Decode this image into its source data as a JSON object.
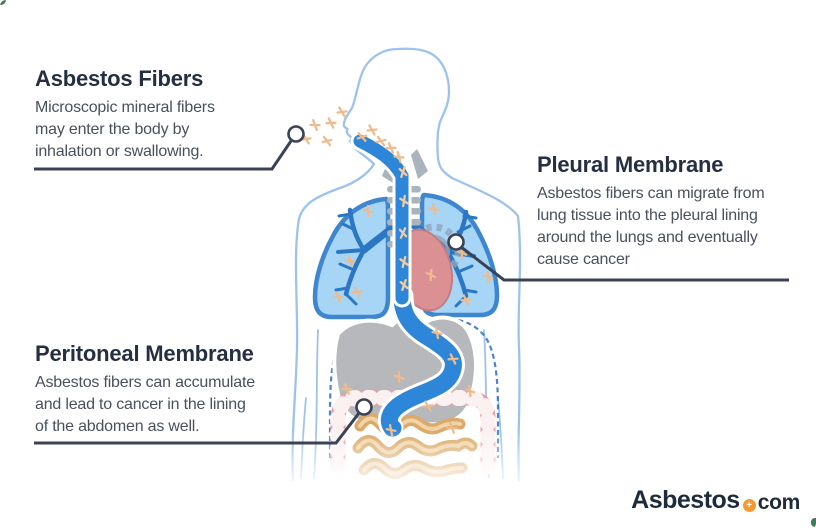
{
  "callouts": {
    "fibers": {
      "title": "Asbestos Fibers",
      "body": [
        "Microscopic mineral fibers",
        "may enter the body by",
        "inhalation or swallowing."
      ]
    },
    "pleural": {
      "title": "Pleural Membrane",
      "body": [
        "Asbestos fibers can migrate from",
        "lung tissue into the pleural lining",
        "around the lungs and eventually",
        "cause cancer"
      ]
    },
    "peritoneal": {
      "title": "Peritoneal Membrane",
      "body": [
        "Asbestos fibers can accumulate",
        "and lead to cancer in the lining",
        "of the abdomen as well."
      ]
    }
  },
  "logo": {
    "brand": "Asbestos",
    "dot_symbol": "+",
    "tld": "com"
  },
  "palette": {
    "heading_text": "#262f41",
    "body_text": "#49505e",
    "leader_line": "#3a4355",
    "figure_outline_blue": "#9dc3ed",
    "lung_fill": "#a7d5f5",
    "lung_stroke": "#3e86cf",
    "airway_blue": "#2e86d8",
    "cartilage_gray": "#aab4bd",
    "heart_red": "#db9094",
    "organ_gray": "#b6b8bc",
    "colon_pink": "#e9a1a1",
    "intestine_tan": "#dba968",
    "fiber_orange": "#eebb8e",
    "logo_orange": "#f59a31",
    "corner_green": "#3e7e54"
  }
}
